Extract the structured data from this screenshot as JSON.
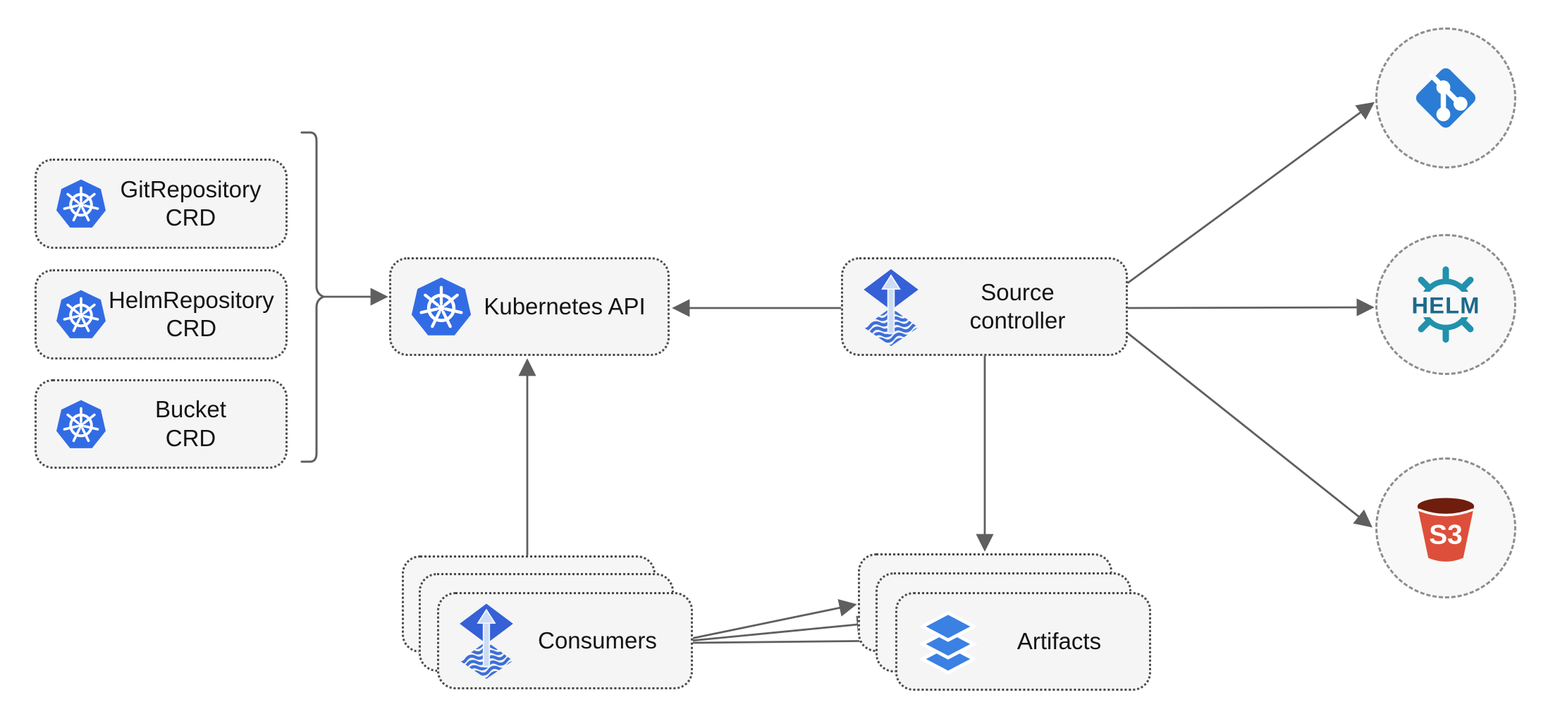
{
  "diagram": {
    "crds": [
      {
        "line1": "GitRepository",
        "line2": "CRD"
      },
      {
        "line1": "HelmRepository",
        "line2": "CRD"
      },
      {
        "line1": "Bucket",
        "line2": "CRD"
      }
    ],
    "kubernetes_api": {
      "label": "Kubernetes API"
    },
    "source_controller": {
      "line1": "Source",
      "line2": "controller"
    },
    "consumers": {
      "label": "Consumers"
    },
    "artifacts": {
      "label": "Artifacts"
    },
    "external_sources": {
      "git": {
        "icon": "git-icon"
      },
      "helm": {
        "label": "HELM"
      },
      "s3": {
        "label": "S3"
      }
    },
    "colors": {
      "kubernetes_blue": "#326CE5",
      "flux_diamond": "#3560D6",
      "flux_arrow": "#CDDCF5",
      "flux_waves": "#3E6FD9",
      "layers_blue": "#3B80E3",
      "git_blue": "#2B7CD4",
      "helm_wheel": "#2191AD",
      "helm_text": "#1E698C",
      "s3_body": "#DD4F3A",
      "s3_top": "#6F1D0C",
      "arrow_gray": "#666666",
      "box_fill": "#F5F5F5",
      "box_border": "#4A4A4A",
      "circle_border": "#8D8D8D"
    }
  }
}
